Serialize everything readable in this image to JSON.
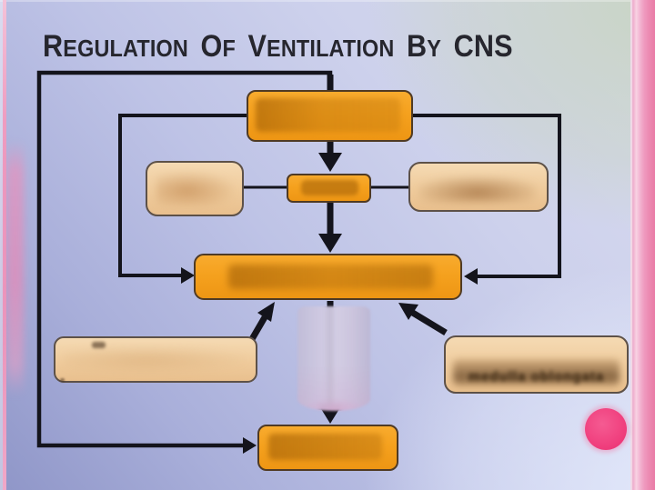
{
  "slide": {
    "title": {
      "display": "Regulation of Ventilation by CNS",
      "segments": [
        {
          "lead": "R",
          "rest": "EGULATION"
        },
        {
          "lead": "O",
          "rest": "F"
        },
        {
          "lead": "V",
          "rest": "ENTILATION"
        },
        {
          "lead": "B",
          "rest": "Y"
        },
        {
          "lead": "CNS",
          "rest": ""
        }
      ]
    },
    "flowchart": {
      "boxes": [
        {
          "id": "top-center",
          "style": "orange",
          "label": ""
        },
        {
          "id": "center-small",
          "style": "orange",
          "label": ""
        },
        {
          "id": "mid-left",
          "style": "tan",
          "label": ""
        },
        {
          "id": "mid-right",
          "style": "tan",
          "label": ""
        },
        {
          "id": "main-wide",
          "style": "orange",
          "label": ""
        },
        {
          "id": "bottom-left",
          "style": "tan",
          "label": ""
        },
        {
          "id": "bottom-right",
          "style": "tan",
          "label": ""
        },
        {
          "id": "bottom-center",
          "style": "orange",
          "label": ""
        }
      ],
      "ghost_label": "medulla oblongata"
    },
    "colors": {
      "slide_bg": "#c2c7e9",
      "bg_green_tint": "#c8d4c3",
      "bg_light_corner": "#e3e9fb",
      "bg_dark_corner": "#8f96c8",
      "box_orange": "#f5a11e",
      "box_orange_redact": "#c5811a",
      "box_tan": "#efcb9c",
      "box_tan_redact": "#b07840",
      "orange_border": "#4f3a24",
      "tan_border": "#5d5148",
      "connector": "#14141c",
      "accent_pink_line": "#ec96bc",
      "accent_pink_glow": "#e98fb8",
      "right_strip_pink": "#e97ca6",
      "circle_pink": "#f0407e",
      "cylinder_lavender": "#cfc9e1",
      "cylinder_pink": "#d2a8cd",
      "title_color": "#26262e"
    }
  }
}
